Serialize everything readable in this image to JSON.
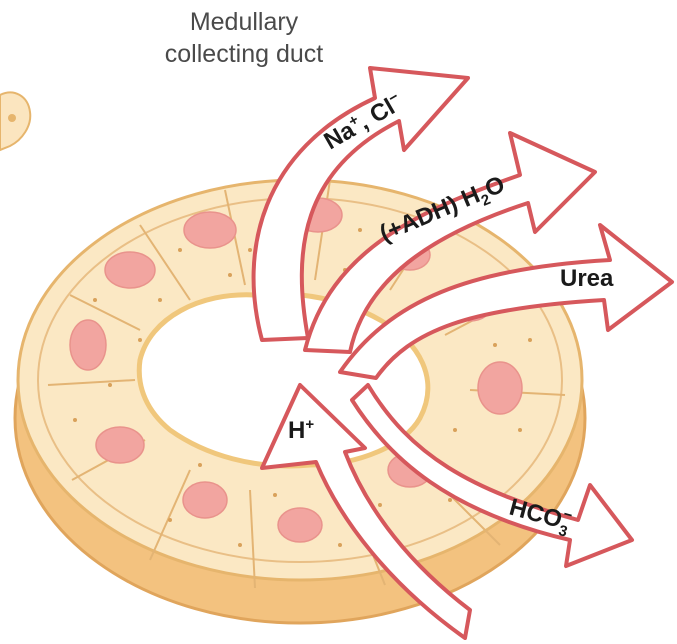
{
  "title": {
    "line1": "Medullary",
    "line2": "collecting duct"
  },
  "arrows": {
    "na_cl": {
      "part1": "Na",
      "sup1": "+",
      "part2": ", Cl",
      "sup2": "−",
      "direction": "out"
    },
    "h2o": {
      "part1": "(+ADH) H",
      "sub1": "2",
      "part2": "O",
      "direction": "out"
    },
    "urea": {
      "label": "Urea",
      "direction": "out"
    },
    "h": {
      "part1": "H",
      "sup1": "+",
      "direction": "in"
    },
    "hco3": {
      "part1": "HCO",
      "sub1": "3",
      "sup1": "−",
      "direction": "out"
    }
  },
  "colors": {
    "arrow_outline": "#d6585c",
    "tubule_fill": "#fbe8c4",
    "tubule_outline": "#e6b56d",
    "nucleus": "#f2a5a0",
    "lumen_edge": "#f0c77c"
  }
}
